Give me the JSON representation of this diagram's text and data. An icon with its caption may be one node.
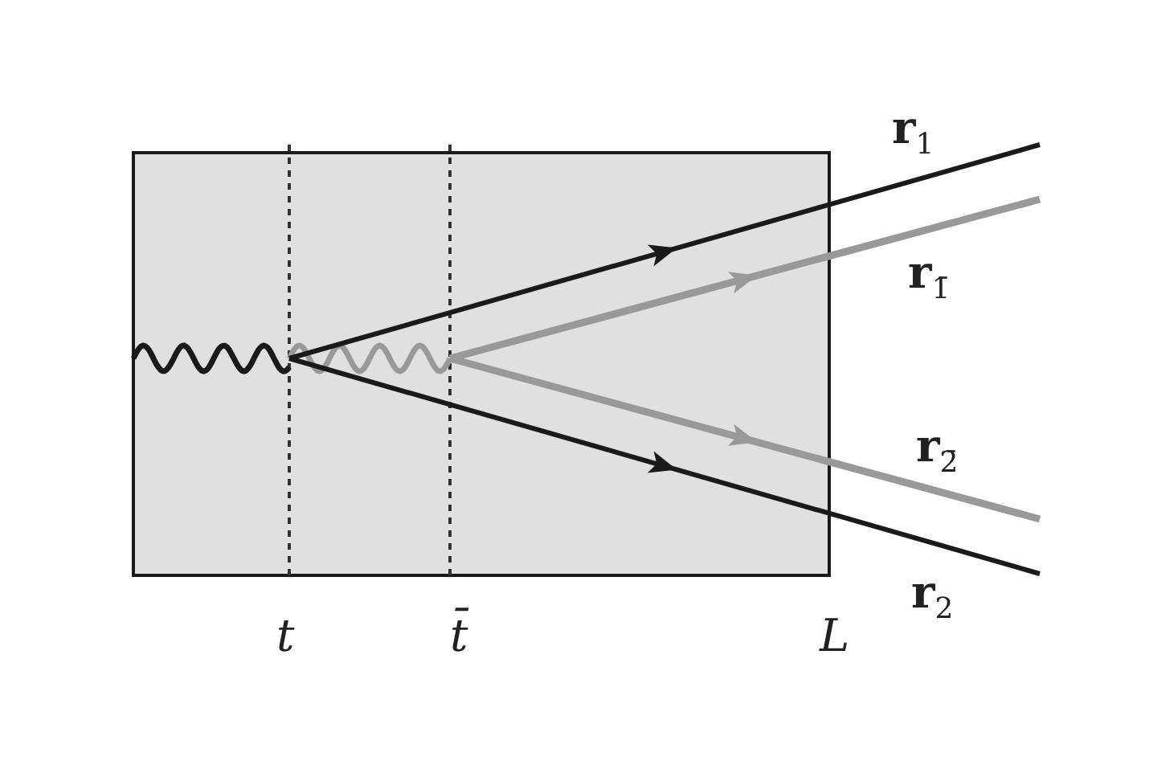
{
  "diagram": {
    "labels": [
      "**r**$_{1}$",
      "**r**$_{1̄}$",
      "**r**$_{2̄}$",
      "**r**$_{2}$",
      "t",
      "t̄",
      "L"
    ]
  }
}
